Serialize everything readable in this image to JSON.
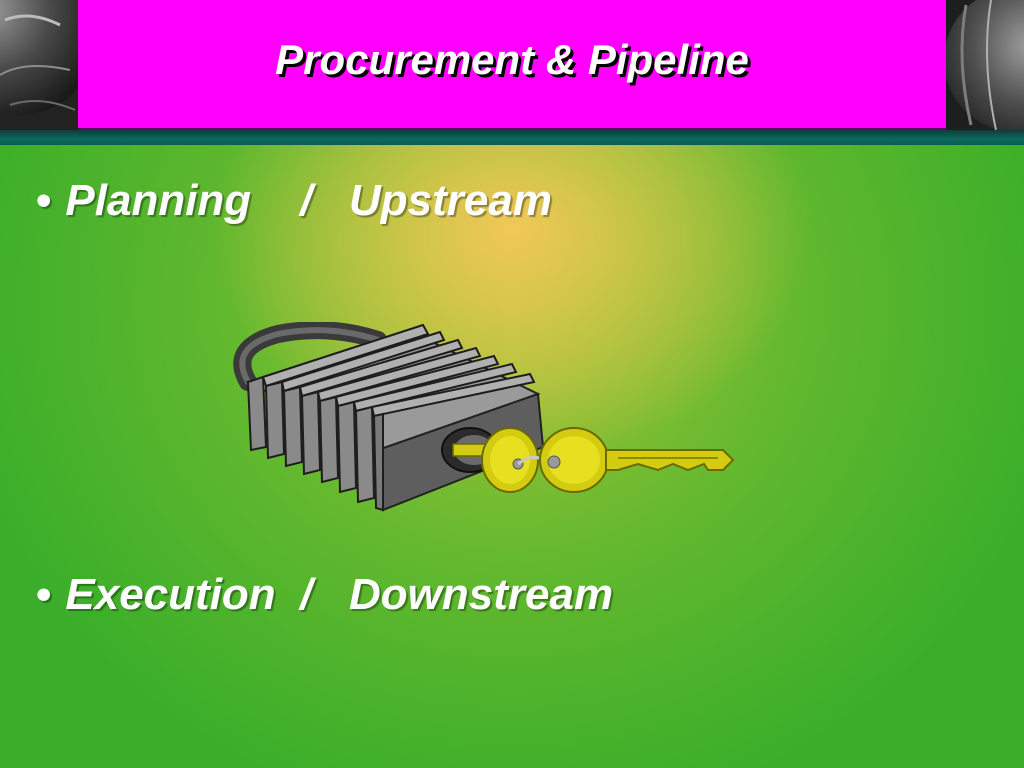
{
  "slide": {
    "title": "Procurement & Pipeline",
    "bullets": [
      {
        "marker": "•",
        "text": "Planning    /   Upstream"
      },
      {
        "marker": "•",
        "text": "Execution  /   Downstream"
      }
    ]
  },
  "illustration": {
    "icon": "padlock-with-keys-icon"
  },
  "colors": {
    "header_band": "#ff00ff",
    "background_green": "#3aae2a",
    "glow_yellow": "#f6c85a",
    "teal_line": "#0a6a5c",
    "text": "#ffffff",
    "key_gold": "#d4cc10"
  }
}
